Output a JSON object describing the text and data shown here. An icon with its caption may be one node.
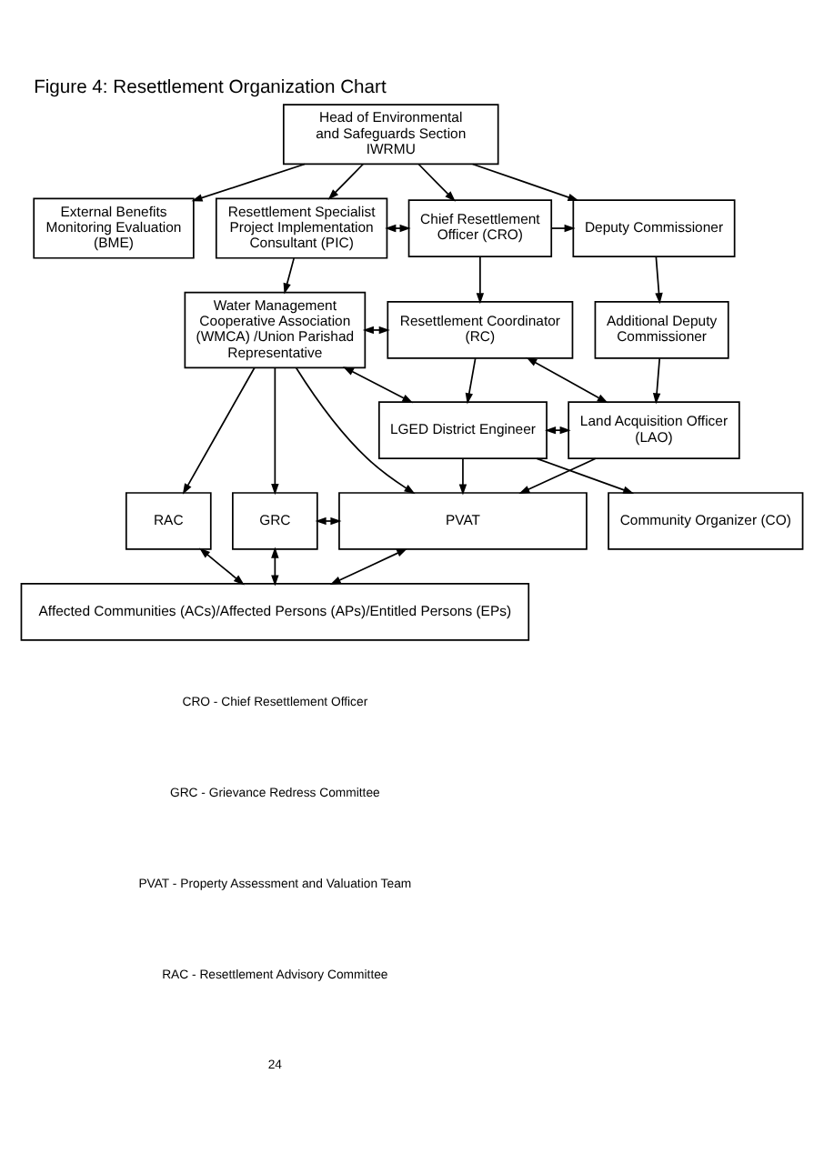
{
  "diagram": {
    "title": "Figure 4: Resettlement Organization Chart",
    "nodes": [
      {
        "text": [
          "Head of Environmental and Safeguards Section IWRMU"
        ]
      },
      {
        "text": [
          "External Benefits Monitoring Evaluation (BME)"
        ]
      },
      {
        "text": [
          "Resettlement Specialist Project Implementation Consultant (PIC)"
        ]
      },
      {
        "text": [
          "Chief Resettlement Officer (CRO)"
        ]
      },
      {
        "text": [
          "Deputy Commissioner"
        ]
      },
      {
        "text": [
          "Additional Deputy Commissioner"
        ]
      },
      {
        "text": [
          "Water Management Cooperative Association (WMCA) /Union Parishad Representative"
        ]
      },
      {
        "text": [
          "Resettlement Coordinator (RC)"
        ]
      },
      {
        "text": [
          "LGED District Engineer"
        ]
      },
      {
        "text": [
          "Land Acquisition Officer (LAO)"
        ]
      },
      {
        "text": [
          "Community Organizer (CO)"
        ]
      },
      {
        "text": [
          "GRC"
        ]
      },
      {
        "text": [
          "PVAT"
        ]
      },
      {
        "text": [
          "RAC"
        ]
      },
      {
        "text": [
          "Affected Communities (ACs)/Affected Persons (APs)/Entitled Persons (EPs)"
        ]
      }
    ],
    "edges": [
      {
        "from": 0,
        "to": 1,
        "arrow": "to"
      },
      {
        "from": 0,
        "to": 2,
        "arrow": "to"
      },
      {
        "from": 0,
        "to": 3,
        "arrow": "to"
      },
      {
        "from": 0,
        "to": 4,
        "arrow": "to"
      },
      {
        "from": 2,
        "to": 3,
        "arrow": "both"
      },
      {
        "from": 3,
        "to": 4,
        "arrow": "to"
      },
      {
        "from": 2,
        "to": 6,
        "arrow": "to"
      },
      {
        "from": 3,
        "to": 7,
        "arrow": "to"
      },
      {
        "from": 4,
        "to": 5,
        "arrow": "to"
      },
      {
        "from": 5,
        "to": 9,
        "arrow": "to"
      },
      {
        "from": 6,
        "to": 7,
        "arrow": "both"
      },
      {
        "from": 6,
        "to": 8,
        "arrow": "both"
      },
      {
        "from": 7,
        "to": 8,
        "arrow": "to"
      },
      {
        "from": 7,
        "to": 9,
        "arrow": "both"
      },
      {
        "from": 8,
        "to": 9,
        "arrow": "both"
      },
      {
        "from": 8,
        "to": 10,
        "arrow": "to"
      },
      {
        "from": 6,
        "to": 11,
        "arrow": "to"
      },
      {
        "from": 6,
        "to": 12,
        "arrow": "to"
      },
      {
        "from": 8,
        "to": 12,
        "arrow": "to"
      },
      {
        "from": 9,
        "to": 12,
        "arrow": "to"
      },
      {
        "from": 6,
        "to": 13,
        "arrow": "to"
      },
      {
        "from": 11,
        "to": 12,
        "arrow": "both"
      },
      {
        "from": 11,
        "to": 14,
        "arrow": "both"
      },
      {
        "from": 12,
        "to": 14,
        "arrow": "both"
      },
      {
        "from": 13,
        "to": 14,
        "arrow": "both"
      }
    ],
    "labels": [
      "CRO - Chief Resettlement Officer",
      "GRC - Grievance Redress Committee",
      "PVAT - Property Assessment and Valuation Team",
      "RAC - Resettlement Advisory Committee",
      "24"
    ]
  }
}
